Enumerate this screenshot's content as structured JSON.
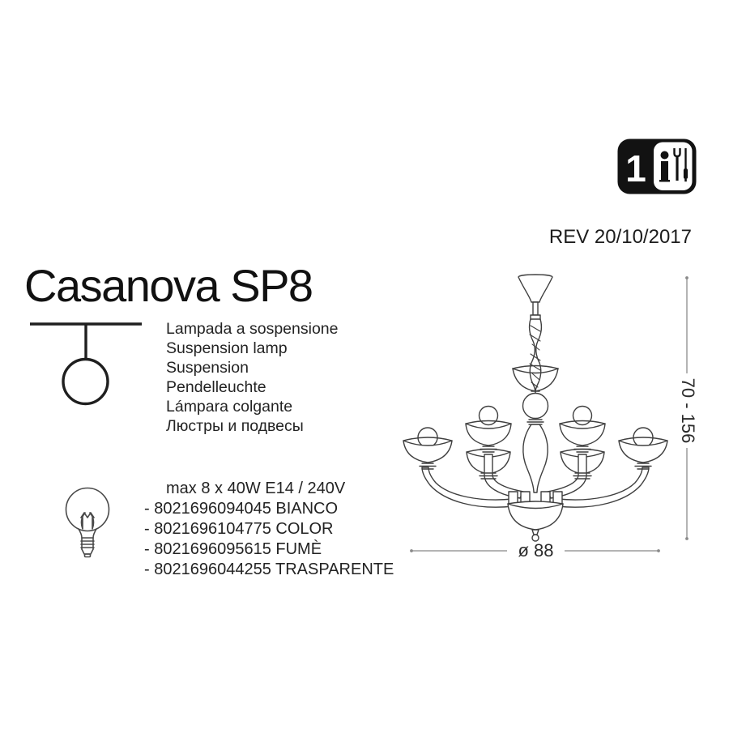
{
  "header": {
    "badge": {
      "page_number": "1",
      "icons": [
        "info-icon",
        "wrench-icon",
        "screwdriver-icon"
      ]
    },
    "revision": "REV 20/10/2017"
  },
  "product": {
    "title": "Casanova SP8",
    "names": [
      "Lampada a sospensione",
      "Suspension lamp",
      "Suspension",
      "Pendelleuchte",
      "Lámpara colgante",
      "Люстры и подвесы"
    ],
    "power": "max 8 x 40W E14 / 240V",
    "variants": [
      "- 8021696094045 BIANCO",
      "- 8021696104775 COLOR",
      "- 8021696095615 FUMÈ",
      "- 8021696044255 TRASPARENTE"
    ]
  },
  "diagram": {
    "height_range": "70 - 156",
    "diameter": "ø 88"
  },
  "icons": {
    "suspension_symbol": "suspension-lamp-symbol",
    "bulb_symbol": "incandescent-bulb-e14"
  },
  "colors": {
    "background": "#ffffff",
    "text": "#1c1c1c",
    "drawing_line": "#3f3f3f",
    "dimension_line": "#9b9b9b",
    "badge_black": "#121212"
  }
}
